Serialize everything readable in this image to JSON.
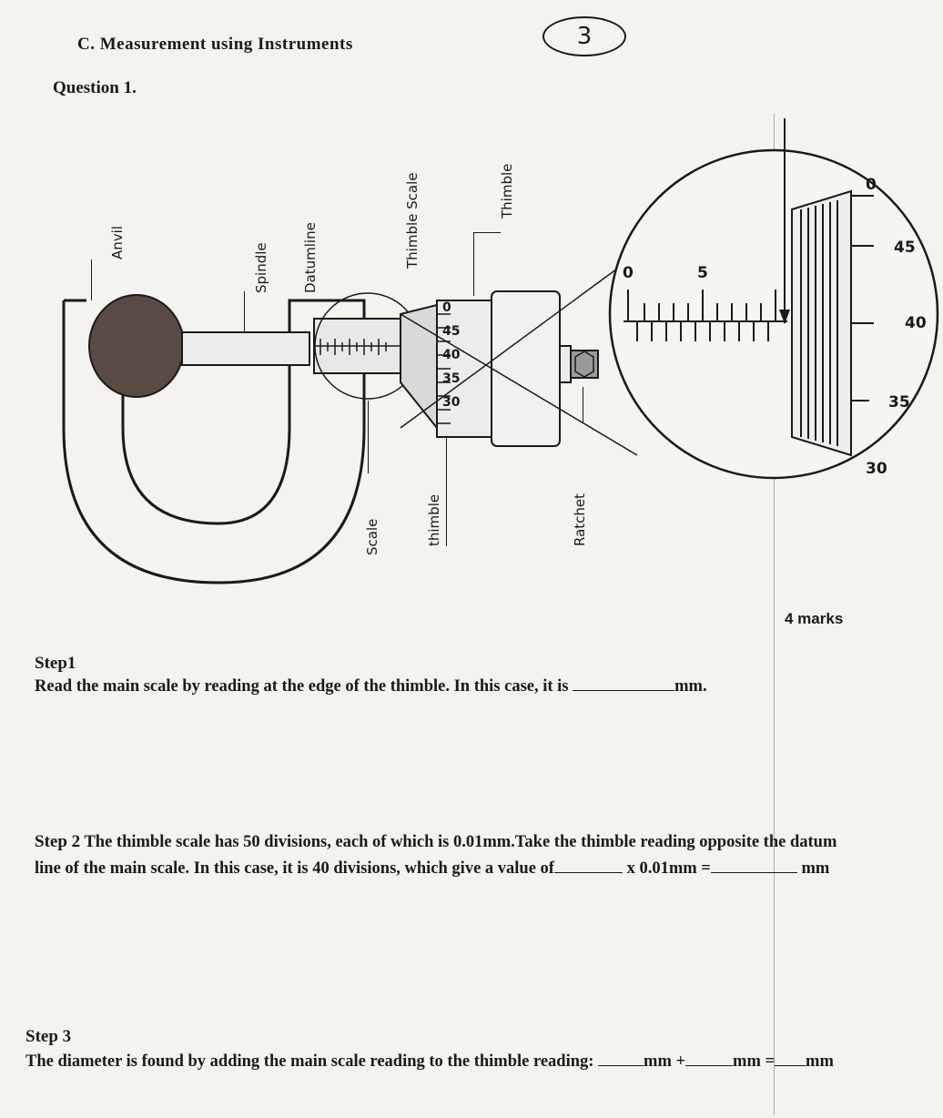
{
  "header": {
    "section_title": "C. Measurement using Instruments",
    "question": "Question 1.",
    "page_number": "3"
  },
  "diagram": {
    "labels": {
      "anvil": "Anvil",
      "spindle": "Spindle",
      "datum_line": "Datumline",
      "thimble_scale": "Thimble Scale",
      "thimble_top": "Thimble",
      "scale": "Scale",
      "thimble_bottom": "thimble",
      "ratchet": "Ratchet"
    },
    "main_scale_numbers": [
      "0",
      "5"
    ],
    "thimble_numbers_small": [
      "0",
      "45",
      "40",
      "35",
      "30"
    ],
    "thimble_numbers_zoom": [
      "0",
      "45",
      "40",
      "35",
      "30"
    ],
    "marks_note": "4 marks"
  },
  "steps": {
    "step1": {
      "title": "Step1",
      "text": "Read the main scale by reading at the edge of the thimble. In this case, it is",
      "unit": "mm."
    },
    "step2": {
      "title": "Step 2",
      "text_line1": "The thimble scale has 50 divisions, each of which is 0.01mm.Take the thimble reading opposite the datum",
      "text_line2": "line of the main scale. In this case, it is 40 divisions, which give a value of",
      "multiplier": "x 0.01mm =",
      "unit": "mm"
    },
    "step3": {
      "title": "Step 3",
      "text": "The diameter is found by adding the main scale reading to the thimble reading:",
      "unit1": "mm +",
      "unit2": "mm =",
      "unit3": "mm"
    }
  }
}
